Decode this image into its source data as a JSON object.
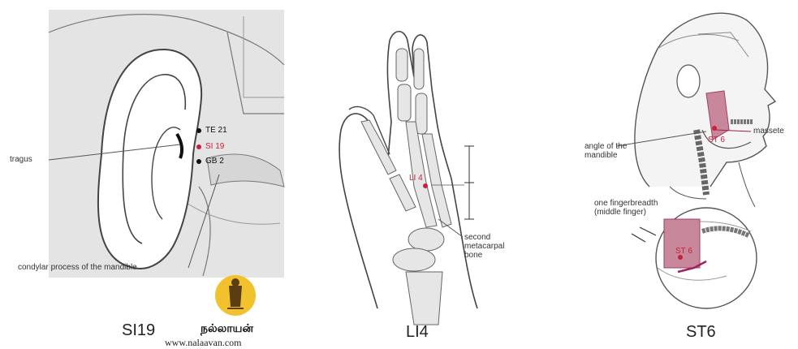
{
  "panels": [
    {
      "title": "SI19",
      "points": [
        "TE 21",
        "SI 19",
        "GB 2"
      ],
      "labels": {
        "tragus": "tragus",
        "condylar": "condylar process of the mandible"
      }
    },
    {
      "title": "LI4",
      "points": [
        "LI 4"
      ],
      "labels": {
        "second": "second",
        "metacarpal": "metacarpal",
        "bone": "bone"
      }
    },
    {
      "title": "ST6",
      "points": [
        "ST 6",
        "ST 6"
      ],
      "labels": {
        "masseter": "massete",
        "angle1": "angle of the",
        "angle2": "mandible",
        "finger1": "one fingerbreadth",
        "finger2": "(middle finger)"
      }
    }
  ],
  "logo": {
    "tamil": "நல்லாயன்",
    "url": "www.nalaavan.com"
  },
  "colors": {
    "point_red": "#c8203c",
    "highlight": "#c9879b",
    "bone": "#e6e6e6",
    "line": "#555555"
  }
}
